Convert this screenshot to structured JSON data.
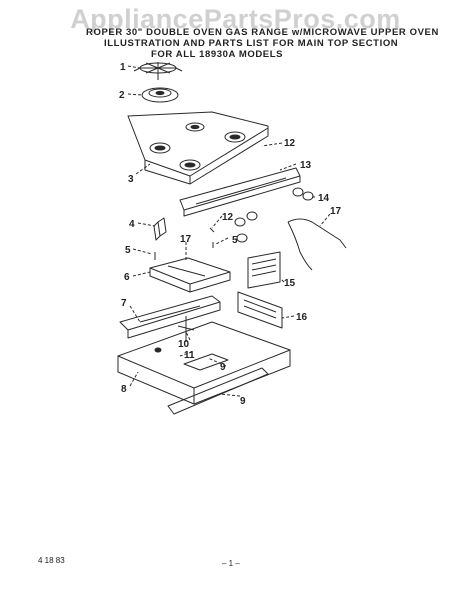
{
  "watermark": "AppliancePartsPros.com",
  "header": {
    "line1": "ROPER 30\" DOUBLE OVEN GAS RANGE w/MICROWAVE UPPER OVEN",
    "line2": "ILLUSTRATION AND PARTS LIST FOR MAIN TOP SECTION",
    "line3": "FOR ALL 18930A MODELS"
  },
  "callouts": [
    "1",
    "2",
    "3",
    "4",
    "5",
    "5",
    "6",
    "7",
    "8",
    "9",
    "9",
    "10",
    "11",
    "12",
    "12",
    "13",
    "14",
    "15",
    "16",
    "17",
    "17"
  ],
  "footer": {
    "date": "4 18 83",
    "page": "– 1 –"
  }
}
